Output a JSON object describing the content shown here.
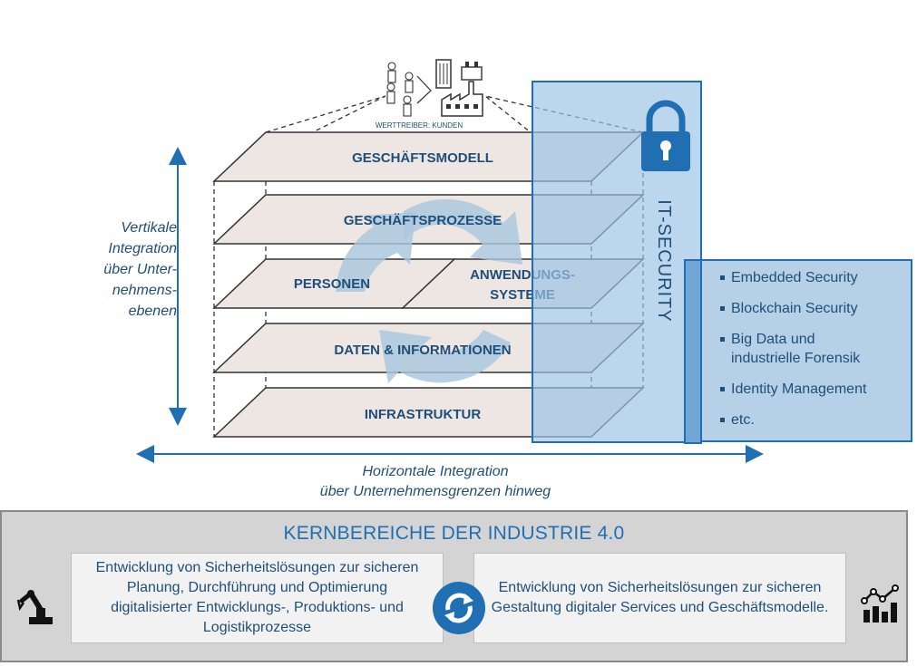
{
  "top": {
    "caption": "WERTTREIBER: KUNDEN"
  },
  "layers": {
    "geschaeftsmodell": "GESCHÄFTSMODELL",
    "geschaeftsprozesse": "GESCHÄFTSPROZESSE",
    "personen": "PERSONEN",
    "anwendung_1": "ANWENDUNGS-",
    "anwendung_2": "SYSTEME",
    "daten": "DATEN & INFORMATIONEN",
    "infrastruktur": "INFRASTRUKTUR"
  },
  "security": {
    "label": "IT-SECURITY",
    "items": [
      [
        "Embedded Security"
      ],
      [
        "Blockchain Security"
      ],
      [
        "Big Data und",
        "industrielle Forensik"
      ],
      [
        "Identity Management"
      ],
      [
        "etc."
      ]
    ]
  },
  "vertical_label": [
    "Vertikale",
    "Integration",
    "über Unter-",
    "nehmens-",
    "ebenen"
  ],
  "horizontal_label": [
    "Horizontale Integration",
    "über Unternehmensgrenzen hinweg"
  ],
  "core": {
    "title": "KERNBEREICHE DER INDUSTRIE 4.0",
    "left_text": "Entwicklung von Sicherheitslösungen zur sicheren Planung, Durchführung und Optimierung digitalisierter Entwicklungs-, Produktions- und Logistikprozesse",
    "right_text": "Entwicklung von Sicherheitslösungen zur sicheren Gestaltung digitaler Services und Geschäftsmodelle."
  },
  "colors": {
    "accent": "#1f6fb2",
    "text": "#1f4e79",
    "plane_fill": "#ede6e2",
    "security_fill": "#9cc2e5",
    "core_bg": "#d4d4d4"
  },
  "icons": [
    "user-group-icon",
    "office-building-icon",
    "factory-icon",
    "padlock-icon",
    "cycle-arrows-icon",
    "sync-icon",
    "robot-arm-icon",
    "analytics-chart-icon"
  ]
}
